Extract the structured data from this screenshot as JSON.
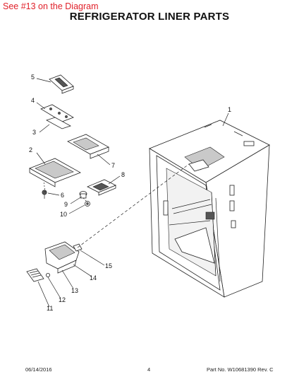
{
  "header": {
    "note": "See #13 on the Diagram",
    "title": "REFRIGERATOR LINER PARTS"
  },
  "callouts": [
    "1",
    "2",
    "3",
    "4",
    "5",
    "6",
    "7",
    "8",
    "9",
    "10",
    "11",
    "12",
    "13",
    "14",
    "15"
  ],
  "footer": {
    "date": "06/14/2016",
    "page": "4",
    "part_number": "Part No. W10681390  Rev. C"
  }
}
